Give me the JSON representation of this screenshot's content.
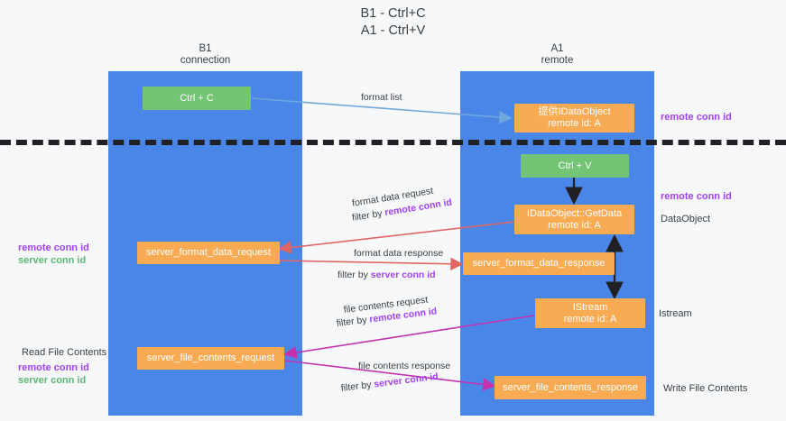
{
  "title": "B1 - Ctrl+C\nA1 - Ctrl+V",
  "colors": {
    "lane": "#4a86e8",
    "green_box": "#74c476",
    "orange_box": "#f9ab54",
    "remote_conn_id": "#a142f4",
    "server_conn_id": "#5bb974",
    "divider": "#202124",
    "arrow_blue": "#6fa8dc",
    "arrow_red": "#e06666",
    "arrow_magenta": "#c233b0",
    "arrow_black": "#202124",
    "background": "#f7f8f9"
  },
  "lanes": [
    {
      "name": "b1",
      "title": "B1\nconnection"
    },
    {
      "name": "a1",
      "title": "A1\nremote"
    }
  ],
  "nodes": {
    "ctrl_c": "Ctrl + C",
    "idataobject": "提供IDataObject\nremote id: A",
    "ctrl_v": "Ctrl + V",
    "getdata": "IDataObject::GetData\nremote id: A",
    "server_format_data_request": "server_format_data_request",
    "server_format_data_response": "server_format_data_response",
    "istream": "IStream\nremote id: A",
    "server_file_contents_request": "server_file_contents_request",
    "server_file_contents_response": "server_file_contents_response"
  },
  "edge_labels": {
    "format_list": "format list",
    "format_data_request": "format data request",
    "format_data_request_filter_prefix": "filter by ",
    "format_data_request_filter_key": "remote conn id",
    "format_data_response": "format data response",
    "format_data_response_filter_prefix": "filter by ",
    "format_data_response_filter_key": "server conn id",
    "file_contents_request": "file contents request",
    "file_contents_request_filter_prefix": "filter by ",
    "file_contents_request_filter_key": "remote conn id",
    "file_contents_response": "file contents response",
    "file_contents_response_filter_prefix": "filter by ",
    "file_contents_response_filter_key": "server conn id"
  },
  "left_annotations": {
    "conn_ids_top_remote": "remote conn id",
    "conn_ids_top_server": "server conn id",
    "read_file_contents": "Read File Contents",
    "conn_ids_bottom_remote": "remote conn id",
    "conn_ids_bottom_server": "server conn id"
  },
  "right_annotations": {
    "remote_conn_id_top": "remote conn id",
    "remote_conn_id_mid": "remote conn id",
    "dataobject": "DataObject",
    "istream": "Istream",
    "write_file_contents": "Write File Contents"
  }
}
